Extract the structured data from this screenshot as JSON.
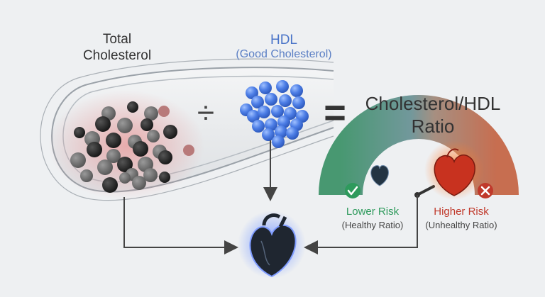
{
  "labels": {
    "total_cholesterol": "Total\nCholesterol",
    "hdl_title": "HDL",
    "hdl_subtitle": "(Good Cholesterol)",
    "divide_symbol": "÷",
    "equals_symbol": "=",
    "ratio": "Cholesterol/HDL\nRatio",
    "lower_risk": "Lower Risk",
    "lower_risk_sub": "(Healthy Ratio)",
    "higher_risk": "Higher Risk",
    "higher_risk_sub": "(Unhealthy Ratio)"
  },
  "colors": {
    "background": "#eef0f2",
    "hdl_blue": "#4a74c8",
    "lower_green": "#2e9a5c",
    "higher_red": "#c0392b",
    "artery_wall": "#c9ced3",
    "arrow": "#444444"
  },
  "icons": {
    "check": "check-icon",
    "cross": "x-icon",
    "heart": "heart-icon",
    "gauge_needle": "gauge-needle-icon"
  }
}
